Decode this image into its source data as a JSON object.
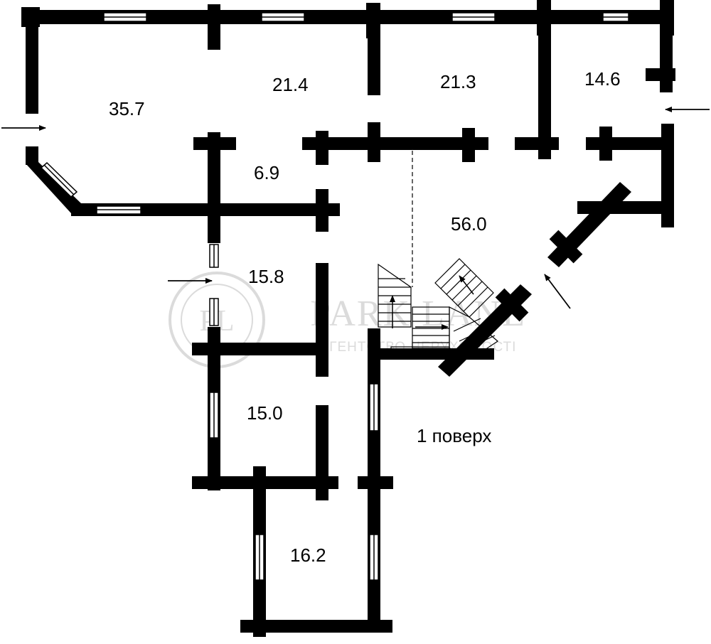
{
  "colors": {
    "wall": "#000000",
    "window_fill": "#ffffff",
    "watermark": "#cfcfcf",
    "background": "#ffffff"
  },
  "rooms": [
    {
      "id": "r1",
      "area": "35.7"
    },
    {
      "id": "r2",
      "area": "21.4"
    },
    {
      "id": "r3",
      "area": "21.3"
    },
    {
      "id": "r4",
      "area": "14.6"
    },
    {
      "id": "r5",
      "area": "6.9"
    },
    {
      "id": "r6",
      "area": "56.0"
    },
    {
      "id": "r7",
      "area": "15.8"
    },
    {
      "id": "r8",
      "area": "15.0"
    },
    {
      "id": "r9",
      "area": "16.2"
    }
  ],
  "floor_label": "1 поверх",
  "watermark": {
    "brand": "PARK LANE",
    "tagline": "АГЕНТСТВО НЕРУХОМОСТІ",
    "logo_letters": "PL"
  },
  "icons": {
    "entrance_arrow": "entrance-arrow-icon",
    "stair_arrow": "stair-arrow-icon"
  }
}
